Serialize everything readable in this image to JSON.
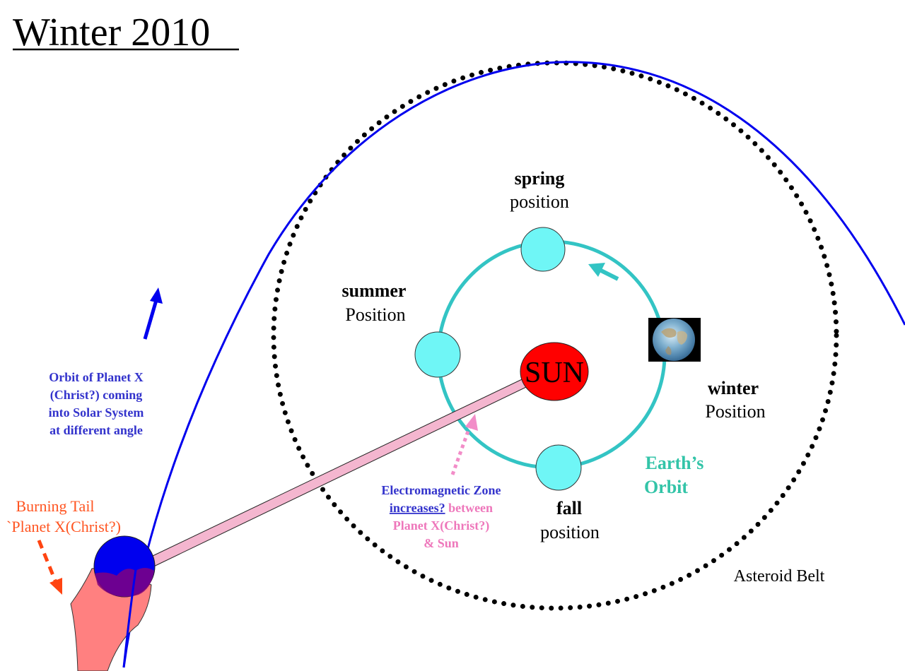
{
  "title": "Winter 2010",
  "sun_label": "SUN",
  "positions": {
    "spring": {
      "line1": "spring",
      "line2": "position"
    },
    "summer": {
      "line1": "summer",
      "line2": "Position"
    },
    "winter": {
      "line1": "winter",
      "line2": "Position"
    },
    "fall": {
      "line1": "fall",
      "line2": "position"
    }
  },
  "earth_orbit_label": {
    "line1": "Earth’s",
    "line2": "Orbit"
  },
  "asteroid_belt_label": "Asteroid Belt",
  "planet_x_orbit_label": [
    "Orbit of Planet X",
    "(Christ?) coming",
    "into Solar System",
    "at different angle"
  ],
  "burning_tail_label": {
    "line1": "Burning Tail",
    "line2": "`Planet X(Christ?)"
  },
  "em_zone_label": {
    "line1": "Electromagnetic Zone",
    "line2_underlined": "increases?",
    "line2_rest": " between",
    "line3": "Planet X(Christ?)",
    "line4": "& Sun"
  },
  "colors": {
    "planet_x_orbit": "#0000ee",
    "earth_orbit": "#33c4c4",
    "earth_position_fill": "#6ff6f6",
    "sun_fill": "#ff0000",
    "planet_x_fill": "#0000ee",
    "tail_fill": "#ff8080",
    "em_zone_fill": "#f4b6cf",
    "em_zone_text": "#3333cc",
    "em_zone_text_pink": "#ee77bb",
    "tail_label_color": "#ff5522",
    "earth_orbit_label_color": "#33c4a8",
    "asteroid_belt": "#000000"
  },
  "icons": {
    "earth_image": "earth-globe-icon",
    "direction_arrow_earth": "arrow-icon",
    "direction_arrow_planet_x": "arrow-icon",
    "tail_arrow": "dashed-arrow-icon",
    "em_arrow": "dotted-arrow-icon"
  }
}
